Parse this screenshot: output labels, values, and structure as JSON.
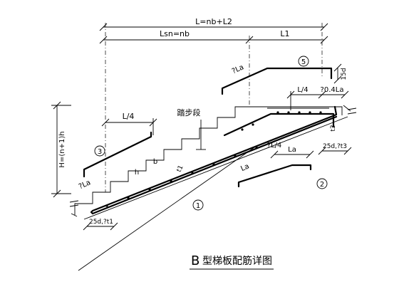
{
  "drawing": {
    "title_prefix": "B",
    "title_text": "型梯板配筋详图",
    "dims": {
      "total_length": "L=nb+L2",
      "lsn": "Lsn=nb",
      "l1": "L1",
      "height": "H=(n+1)h",
      "quarter_left": "L/4",
      "quarter_top": "L/4",
      "la_5": "?La",
      "la_left": "?La",
      "la_mid": "?L/4",
      "la_2": "La",
      "anchor_right": "?0.4La",
      "d15": "15d",
      "t3": "t3",
      "d25_t3": "25d,?t3",
      "d25_t1": "25d,?t1",
      "la_bottom": "La"
    },
    "labels": {
      "tread_segment": "踏步段",
      "b": "b",
      "h": "h",
      "t1": "t1"
    },
    "markers": [
      "1",
      "2",
      "3",
      "5"
    ]
  }
}
